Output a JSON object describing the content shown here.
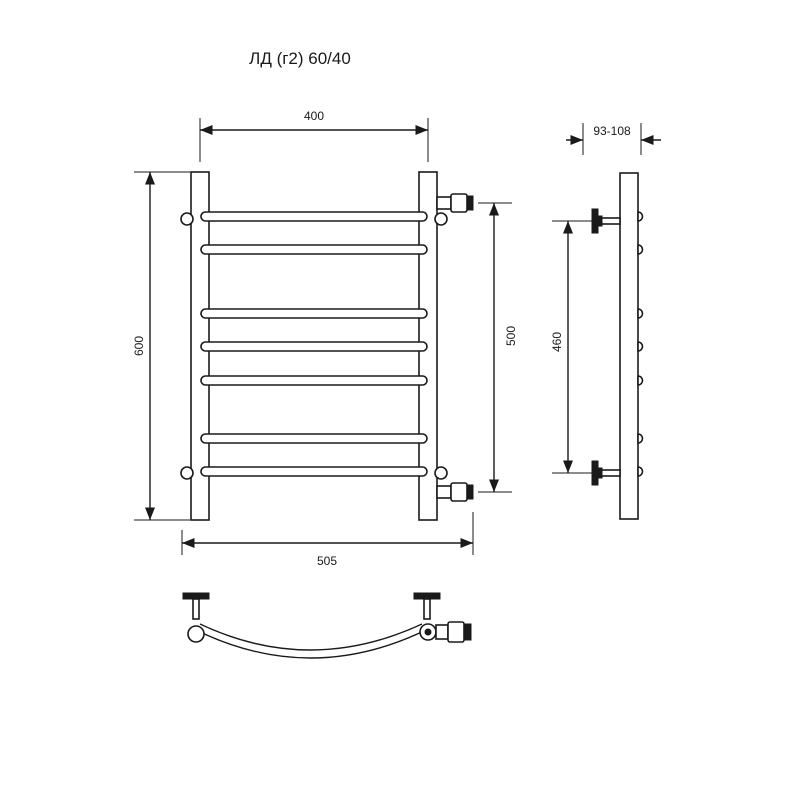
{
  "title": "ЛД (г2) 60/40",
  "dimensions": {
    "width_centers": "400",
    "overall_width": "505",
    "height": "600",
    "connection_distance": "500",
    "mount_distance": "460",
    "wall_offset": "93-108"
  },
  "colors": {
    "line": "#1a1a1a",
    "background": "#ffffff"
  }
}
